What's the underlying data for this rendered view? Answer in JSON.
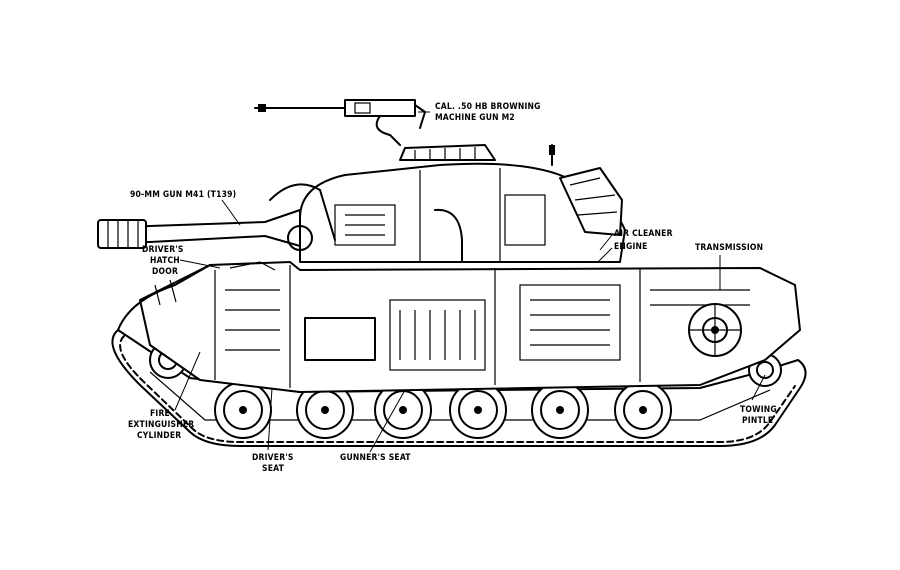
{
  "labels": {
    "machine_gun_1": "CAL. .50 HB BROWNING",
    "machine_gun_2": "MACHINE GUN M2",
    "main_gun": "90-MM GUN M41 (T139)",
    "drivers_hatch_1": "DRIVER'S",
    "drivers_hatch_2": "HATCH",
    "drivers_hatch_3": "DOOR",
    "air_cleaner": "AIR CLEANER",
    "engine": "ENGINE",
    "transmission": "TRANSMISSION",
    "fire_ext_1": "FIRE",
    "fire_ext_2": "EXTINGUISHER",
    "fire_ext_3": "CYLINDER",
    "drivers_seat_1": "DRIVER'S",
    "drivers_seat_2": "SEAT",
    "gunners_seat": "GUNNER'S SEAT",
    "towing_1": "TOWING",
    "towing_2": "PINTLE"
  },
  "colors": {
    "ink": "#000000",
    "paper": "#ffffff"
  }
}
